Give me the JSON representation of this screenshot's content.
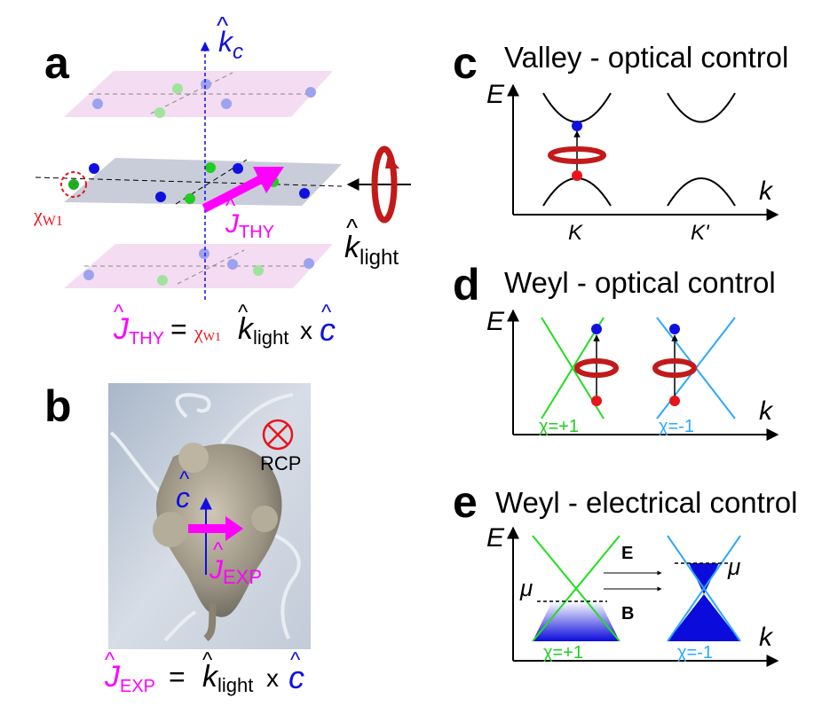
{
  "panel_a": {
    "letter": "a",
    "kc_label": "k",
    "kc_sub": "c",
    "chi_symbol": "χ",
    "chi_sub": "W1",
    "j_label": "J",
    "j_sub": "THY",
    "klight_label": "k",
    "klight_sub": "light",
    "equation": {
      "j": "J",
      "j_sub": "THY",
      "equals": "=",
      "chi": "χ",
      "chi_sub": "W1",
      "k": "k",
      "k_sub": "light",
      "times": "x",
      "c": "c"
    }
  },
  "panel_b": {
    "letter": "b",
    "rcp": "RCP",
    "c_label": "c",
    "j_label": "J",
    "j_sub": "EXP",
    "equation": {
      "j": "J",
      "j_sub": "EXP",
      "equals": "=",
      "k": "k",
      "k_sub": "light",
      "times": "x",
      "c": "c"
    }
  },
  "panel_c": {
    "letter": "c",
    "title": "Valley - optical control",
    "y_axis": "E",
    "x_axis": "k",
    "valley1": "K",
    "valley2": "K'"
  },
  "panel_d": {
    "letter": "d",
    "title": "Weyl - optical control",
    "y_axis": "E",
    "x_axis": "k",
    "chi_left": "χ=+1",
    "chi_right": "χ=-1"
  },
  "panel_e": {
    "letter": "e",
    "title": "Weyl - electrical control",
    "y_axis": "E",
    "x_axis": "k",
    "mu_left": "μ",
    "mu_right": "μ",
    "field_e": "E",
    "field_b": "B",
    "chi_left": "χ=+1",
    "chi_right": "χ=-1"
  },
  "colors": {
    "magenta": "#ff00ff",
    "red": "#e8141c",
    "blue": "#1010e0",
    "green": "#22dd22",
    "cyan": "#2aa8ff",
    "plane_pink": "#f4dcf2",
    "plane_gray": "#c9ccd9"
  }
}
